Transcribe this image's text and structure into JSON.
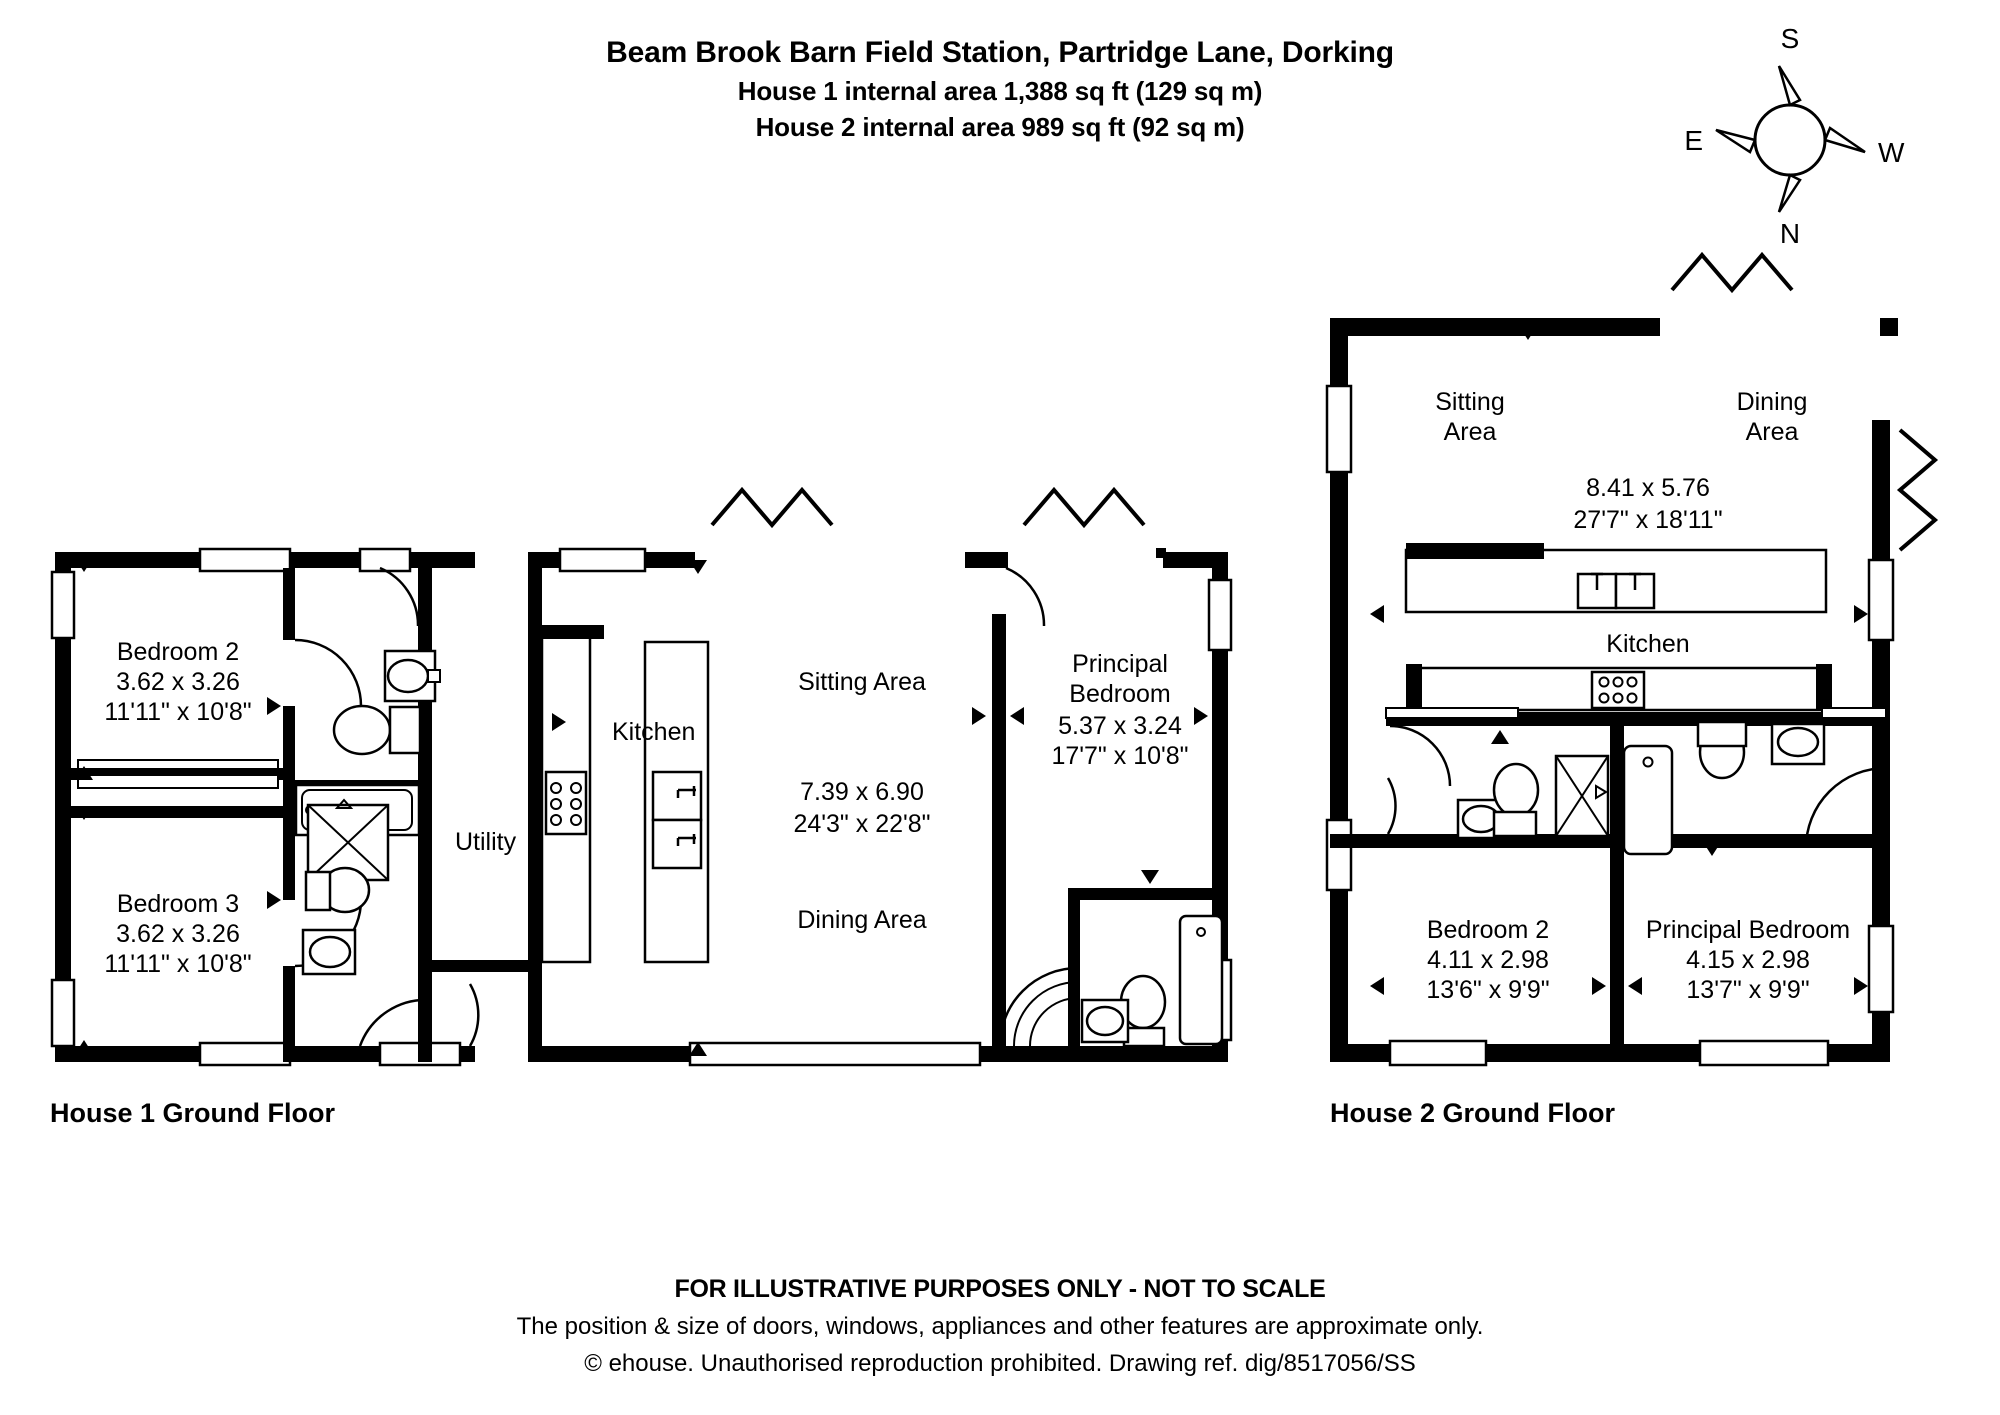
{
  "header": {
    "title": "Beam Brook Barn Field Station, Partridge Lane, Dorking",
    "house1_area": "House 1 internal area 1,388 sq ft (129 sq m)",
    "house2_area": "House 2 internal area 989 sq ft (92 sq m)"
  },
  "compass": {
    "north": "N",
    "south": "S",
    "east": "E",
    "west": "W"
  },
  "house1": {
    "floor_label": "House 1 Ground Floor",
    "rooms": {
      "bedroom2": {
        "name": "Bedroom 2",
        "dim_m": "3.62 x 3.26",
        "dim_ft": "11'11\" x 10'8\""
      },
      "bedroom3": {
        "name": "Bedroom 3",
        "dim_m": "3.62 x 3.26",
        "dim_ft": "11'11\" x 10'8\""
      },
      "kitchen": {
        "name": "Kitchen"
      },
      "utility": {
        "name": "Utility"
      },
      "sitting": {
        "name": "Sitting Area"
      },
      "dining": {
        "name": "Dining Area"
      },
      "living_dim_m": "7.39 x 6.90",
      "living_dim_ft": "24'3\" x 22'8\"",
      "principal": {
        "name_line1": "Principal",
        "name_line2": "Bedroom",
        "dim_m": "5.37 x 3.24",
        "dim_ft": "17'7\" x 10'8\""
      }
    }
  },
  "house2": {
    "floor_label": "House 2 Ground Floor",
    "rooms": {
      "sitting": {
        "name_line1": "Sitting",
        "name_line2": "Area"
      },
      "dining": {
        "name_line1": "Dining",
        "name_line2": "Area"
      },
      "living_dim_m": "8.41 x 5.76",
      "living_dim_ft": "27'7\" x 18'11\"",
      "kitchen": {
        "name": "Kitchen"
      },
      "bedroom2": {
        "name": "Bedroom 2",
        "dim_m": "4.11 x 2.98",
        "dim_ft": "13'6\" x 9'9\""
      },
      "principal": {
        "name": "Principal Bedroom",
        "dim_m": "4.15 x 2.98",
        "dim_ft": "13'7\" x 9'9\""
      }
    }
  },
  "footer": {
    "disclaimer": "FOR ILLUSTRATIVE PURPOSES ONLY - NOT TO SCALE",
    "note": "The position & size of doors, windows, appliances and other features are approximate only.",
    "copyright": "© ehouse. Unauthorised reproduction prohibited. Drawing ref. dig/8517056/SS"
  },
  "colors": {
    "wall": "#000000",
    "background": "#ffffff",
    "fixture_stroke": "#000000"
  }
}
